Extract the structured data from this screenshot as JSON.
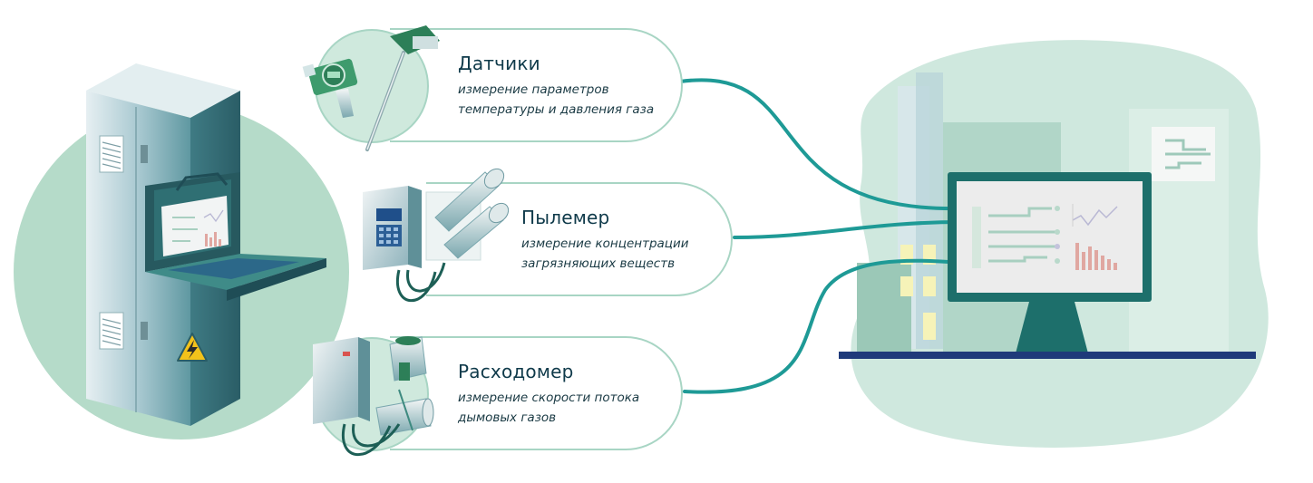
{
  "cards": [
    {
      "title": "Датчики",
      "desc_line1": "измерение параметров",
      "desc_line2": "температуры и давления газа",
      "icon": "temperature-pressure-sensor-icon"
    },
    {
      "title": "Пылемер",
      "desc_line1": "измерение концентрации",
      "desc_line2": "загрязняющих веществ",
      "icon": "dust-meter-icon"
    },
    {
      "title": "Расходомер",
      "desc_line1": "измерение скорости потока",
      "desc_line2": "дымовых газов",
      "icon": "flow-meter-icon"
    }
  ],
  "colors": {
    "card_outline": "#a8d5c4",
    "card_circle": "#cfe9dd",
    "connector": "#1e9a96",
    "cabinet_light": "#c9dde3",
    "cabinet_dark": "#2f6a73",
    "monitor_frame": "#1d6f6b",
    "monitor_screen": "#ececec",
    "desk": "#1f3a7a",
    "city_background": "#bfe0d2",
    "window_yellow": "#f6f3b8",
    "warning_yellow": "#f3c21b"
  }
}
